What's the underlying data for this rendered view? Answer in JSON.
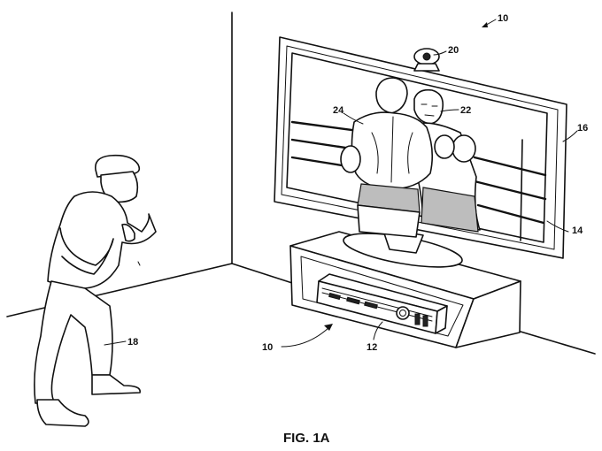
{
  "figure": {
    "caption": "FIG. 1A",
    "refs": {
      "system": "10",
      "system_arrow": "10",
      "console": "12",
      "display": "14",
      "tv": "16",
      "user": "18",
      "camera": "20",
      "opponent": "22",
      "avatar": "24"
    }
  }
}
